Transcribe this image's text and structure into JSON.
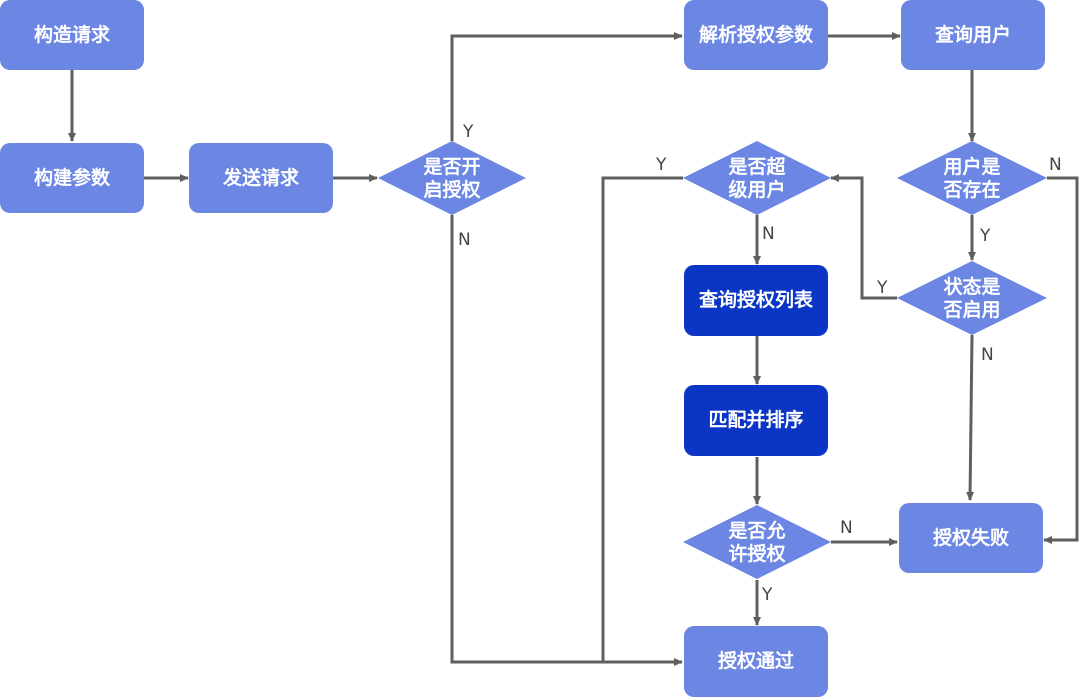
{
  "colors": {
    "node": "#6b86e3",
    "node_dark": "#0b35c4",
    "edge": "#5f5f5f",
    "label": "#444444"
  },
  "nodes": {
    "construct_request": "构造请求",
    "build_params": "构建参数",
    "send_request": "发送请求",
    "auth_enabled": [
      "是否开",
      "启授权"
    ],
    "parse_auth_params": "解析授权参数",
    "query_user": "查询用户",
    "user_exists": [
      "用户是",
      "否存在"
    ],
    "status_enabled": [
      "状态是",
      "否启用"
    ],
    "is_super_user": [
      "是否超",
      "级用户"
    ],
    "query_auth_list": "查询授权列表",
    "match_sort": "匹配并排序",
    "allow_auth": [
      "是否允",
      "许授权"
    ],
    "auth_fail": "授权失败",
    "auth_pass": "授权通过"
  },
  "edge_labels": {
    "auth_enabled_yes": "Y",
    "auth_enabled_no": "N",
    "user_exists_yes": "Y",
    "user_exists_no": "N",
    "status_enabled_yes": "Y",
    "status_enabled_no": "N",
    "super_user_yes": "Y",
    "super_user_no": "N",
    "allow_auth_yes": "Y",
    "allow_auth_no": "N"
  }
}
